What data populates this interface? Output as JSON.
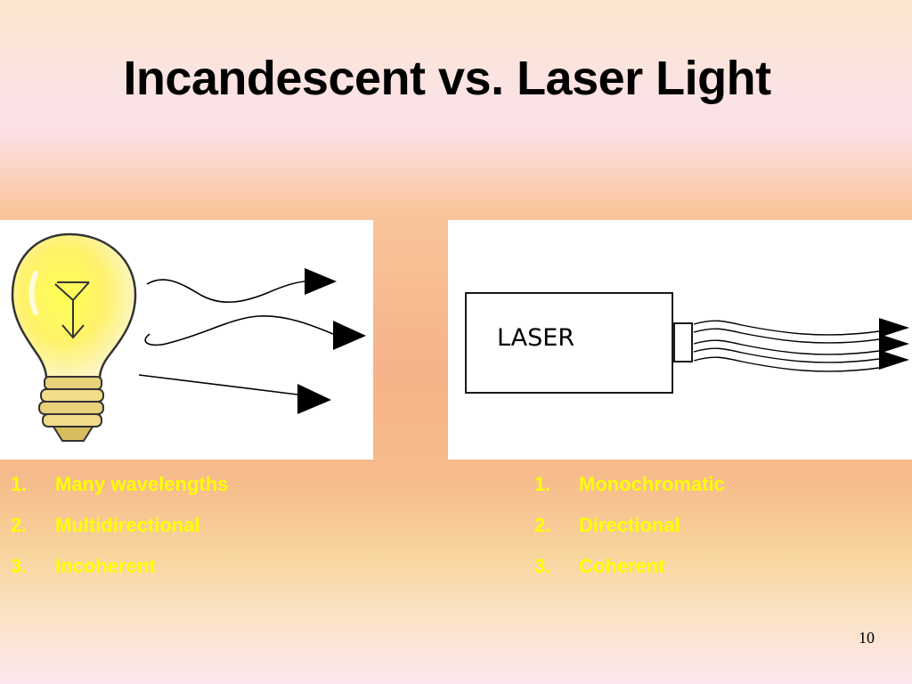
{
  "slide": {
    "title": "Incandescent vs. Laser Light",
    "page_number": "10"
  },
  "left_illustration": {
    "icon": "light-bulb-icon",
    "rays": 3
  },
  "right_illustration": {
    "device_label": "LASER",
    "beams": 3
  },
  "left_list": {
    "items": [
      {
        "num": "1.",
        "text": "Many wavelengths"
      },
      {
        "num": "2.",
        "text": "Multidirectional"
      },
      {
        "num": "3.",
        "text": "Incoherent"
      }
    ]
  },
  "right_list": {
    "items": [
      {
        "num": "1.",
        "text": "Monochromatic"
      },
      {
        "num": "2.",
        "text": "Directional"
      },
      {
        "num": "3.",
        "text": "Coherent"
      }
    ]
  },
  "colors": {
    "list_text": "#ffff00",
    "title_text": "#000000"
  }
}
